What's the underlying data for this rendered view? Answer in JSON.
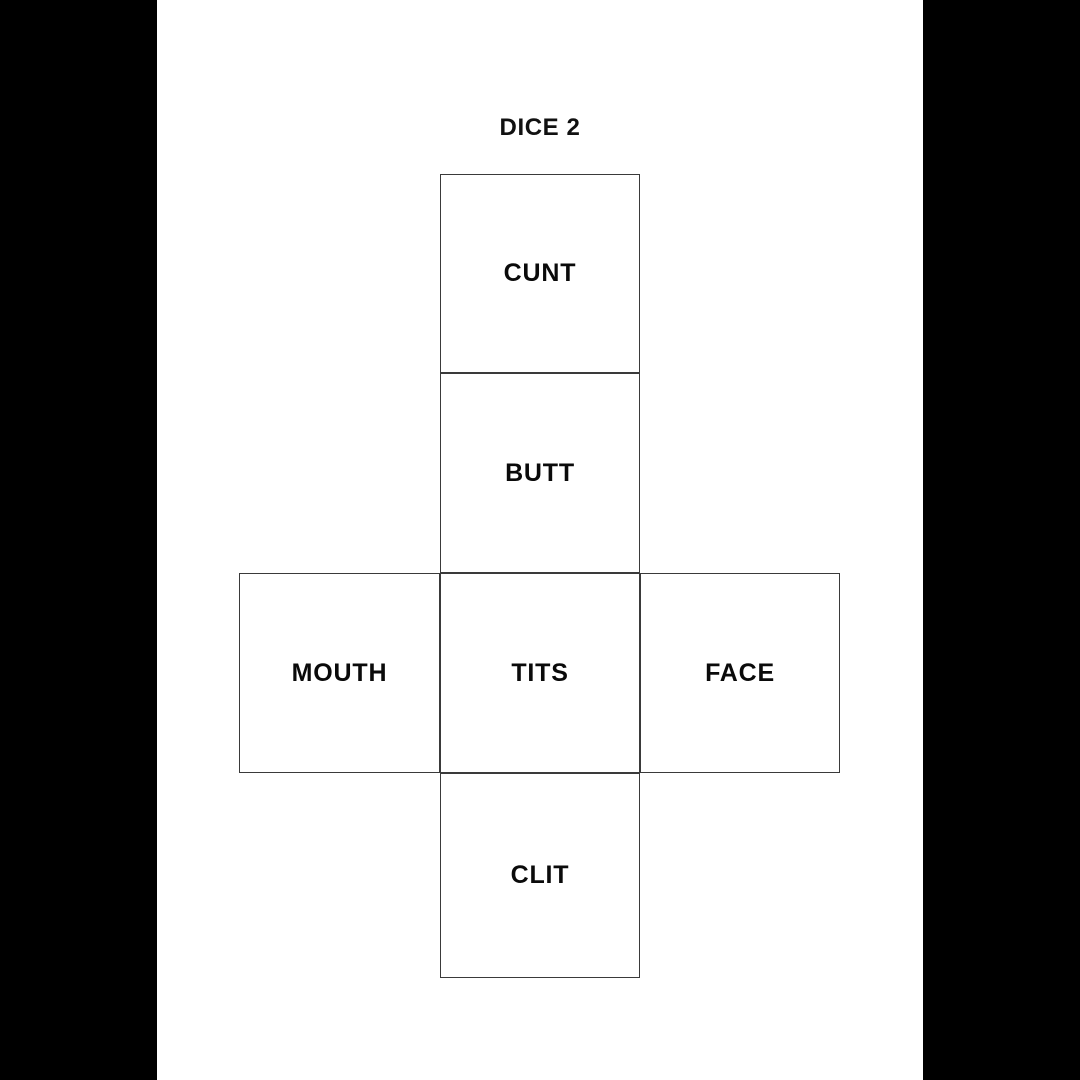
{
  "page": {
    "title": "DICE 2",
    "background_color": "#ffffff",
    "letterbox_color": "#000000",
    "line_color": "#3a3a3a",
    "text_color": "#0a0a0a"
  },
  "dice_net": {
    "shape": "cube-net-cross",
    "faces": [
      {
        "id": "top",
        "label": "CUNT",
        "grid_col": 2,
        "grid_row": 1
      },
      {
        "id": "upper",
        "label": "BUTT",
        "grid_col": 2,
        "grid_row": 2
      },
      {
        "id": "left",
        "label": "MOUTH",
        "grid_col": 1,
        "grid_row": 3
      },
      {
        "id": "center",
        "label": "TITS",
        "grid_col": 2,
        "grid_row": 3
      },
      {
        "id": "right",
        "label": "FACE",
        "grid_col": 3,
        "grid_row": 3
      },
      {
        "id": "bottom",
        "label": "CLIT",
        "grid_col": 2,
        "grid_row": 4
      }
    ]
  }
}
